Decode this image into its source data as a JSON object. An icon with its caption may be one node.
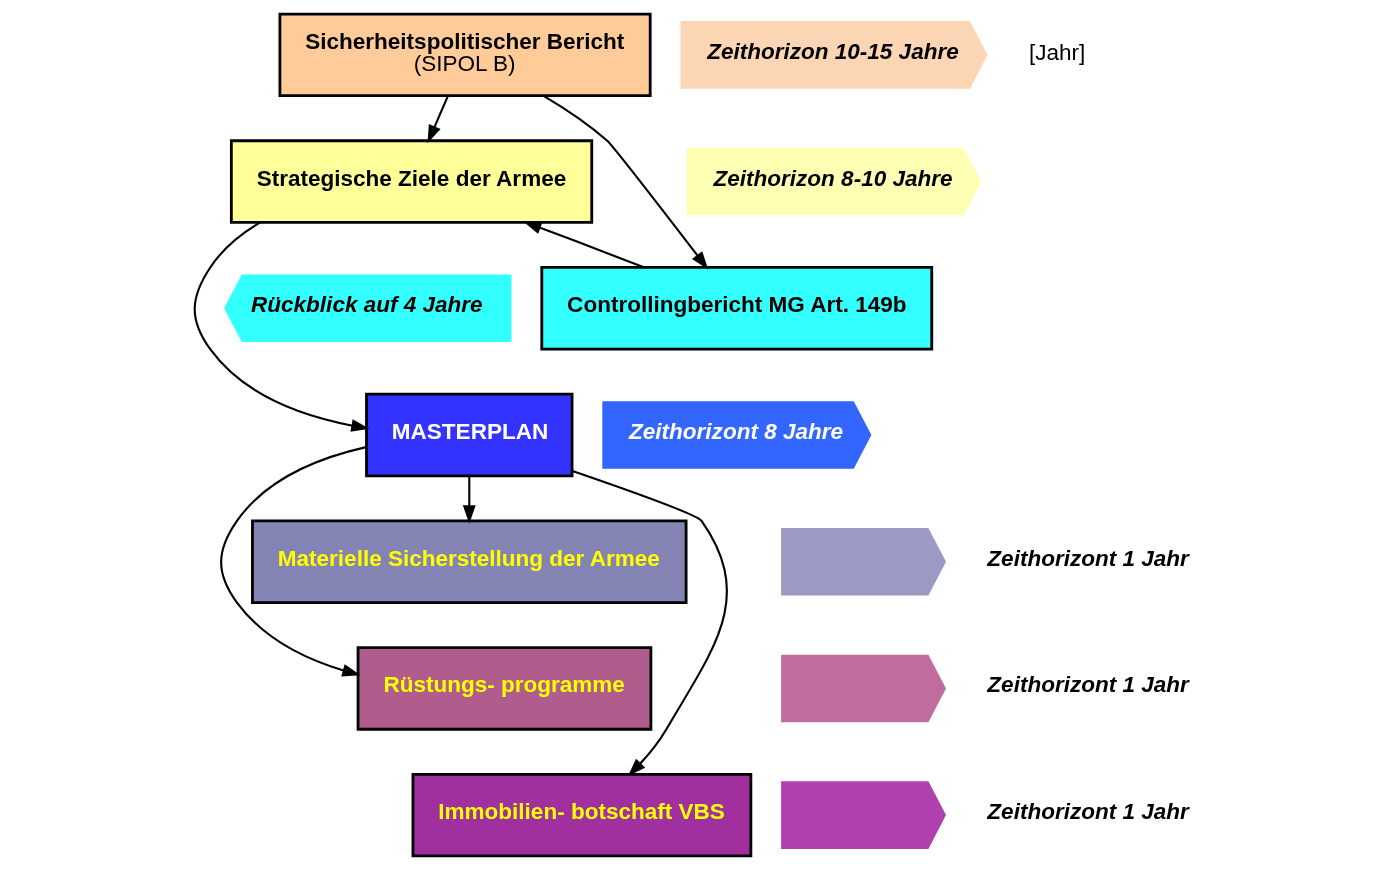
{
  "diagram": {
    "nodes": [
      {
        "text": [
          "Sicherheitspolitischer Bericht",
          "(SIPOL B)"
        ]
      },
      {
        "text": [
          "Zeithorizon 10-15 Jahre"
        ]
      },
      {
        "text": [
          "Strategische Ziele der Armee"
        ]
      },
      {
        "text": [
          "Zeithorizon 8-10 Jahre"
        ]
      },
      {
        "text": [
          "Rückblick auf 4 Jahre"
        ]
      },
      {
        "text": [
          "Controllingbericht MG Art. 149b"
        ]
      },
      {
        "text": [
          "MASTERPLAN"
        ]
      },
      {
        "text": [
          "Zeithorizont 8 Jahre"
        ]
      },
      {
        "text": [
          "Materielle Sicherstellung der Armee"
        ]
      },
      {
        "text": [],
        "shape": "arrow",
        "beside": [
          "Zeithorizont 1 Jahr"
        ]
      },
      {
        "text": [
          "Rüstungs- programme"
        ]
      },
      {
        "text": [],
        "shape": "arrow",
        "beside": [
          "Zeithorizont 1 Jahr"
        ]
      },
      {
        "text": [
          "Immobilien- botschaft VBS"
        ]
      },
      {
        "text": [],
        "shape": "arrow",
        "beside": [
          "Zeithorizont 1 Jahr"
        ]
      }
    ],
    "edges": [
      {
        "from": 0,
        "to": 2,
        "arrow": "to"
      },
      {
        "from": 0,
        "to": 5,
        "arrow": "to"
      },
      {
        "from": 5,
        "to": 2,
        "arrow": "to"
      },
      {
        "from": 2,
        "to": 6,
        "arrow": "to"
      },
      {
        "from": 6,
        "to": 8,
        "arrow": "to"
      },
      {
        "from": 6,
        "to": 10,
        "arrow": "to"
      },
      {
        "from": 6,
        "to": 12,
        "arrow": "to"
      }
    ],
    "labels": [
      "[Jahr]"
    ]
  }
}
